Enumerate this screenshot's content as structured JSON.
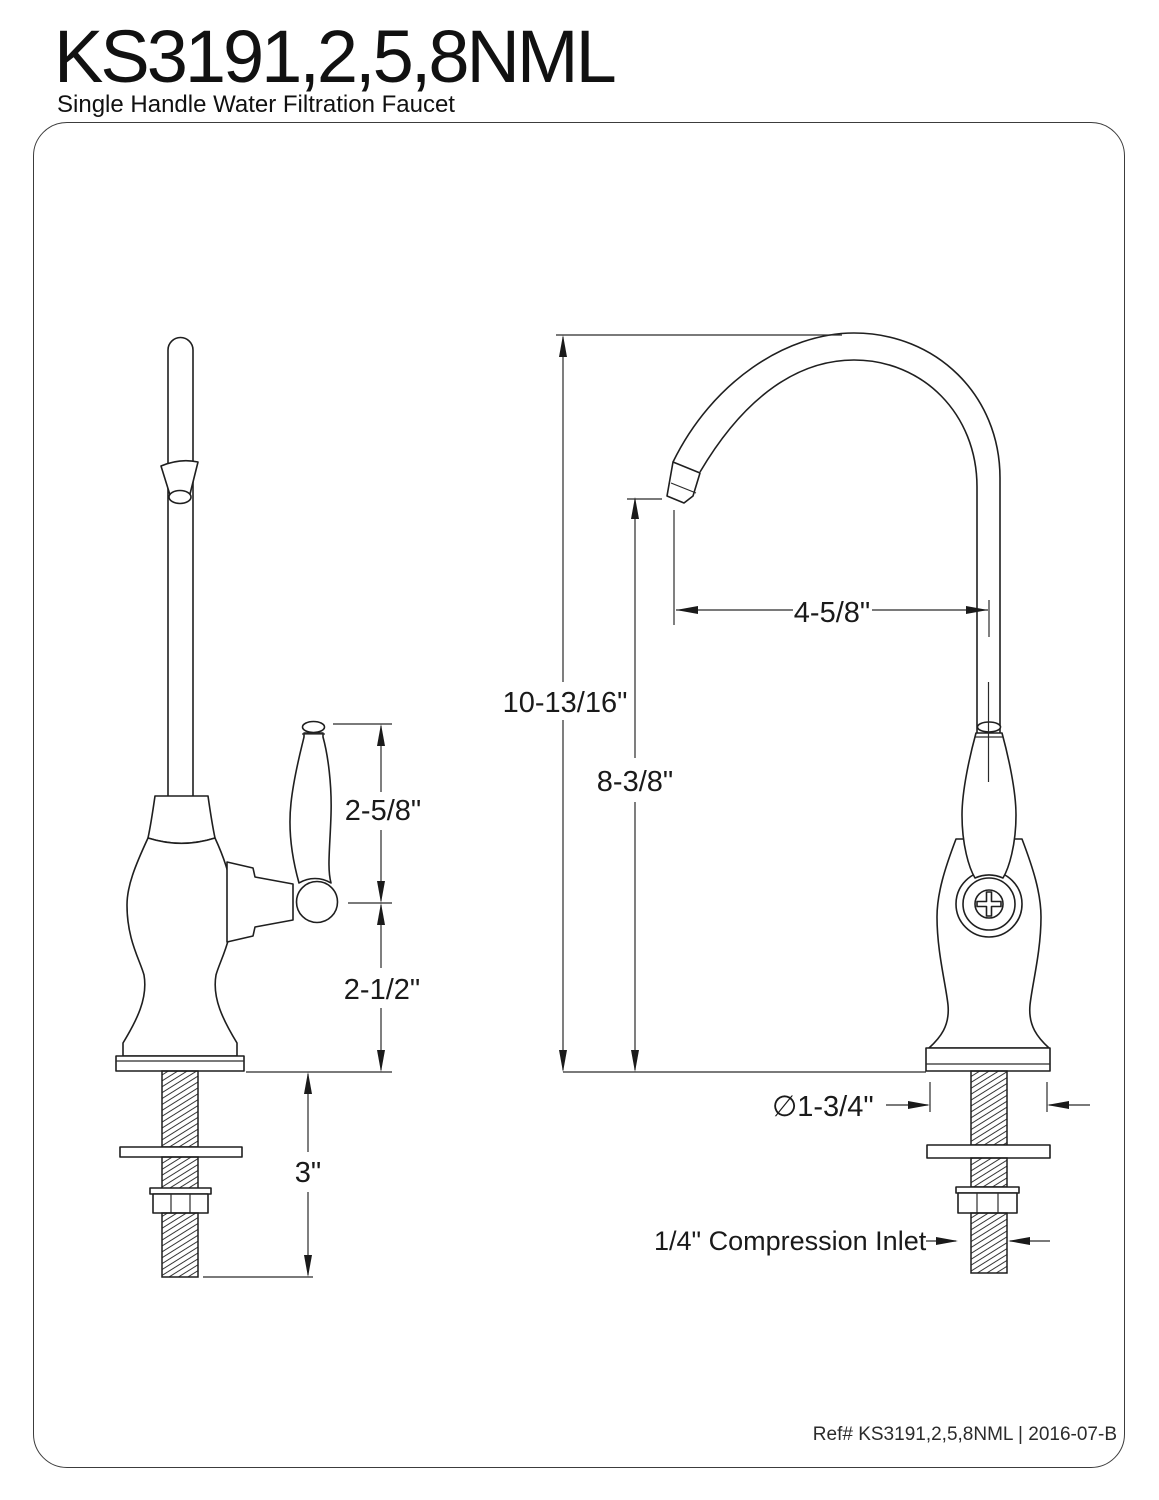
{
  "header": {
    "model": "KS3191,2,5,8NML",
    "product_name": "Single Handle Water Filtration Faucet"
  },
  "dimensions": {
    "handle_height": "2-5/8\"",
    "body_height": "2-1/2\"",
    "shank_length": "3\"",
    "overall_height": "10-13/16\"",
    "spout_outlet_height": "8-3/8\"",
    "spout_reach": "4-5/8\"",
    "base_diameter": "∅1-3/4\"",
    "inlet_label": "1/4\" Compression Inlet"
  },
  "footer": {
    "reference": "Ref# KS3191,2,5,8NML | 2016-07-B"
  },
  "colors": {
    "line": "#1f1f1f",
    "background": "#ffffff",
    "frame_border": "#3c3c3c"
  }
}
